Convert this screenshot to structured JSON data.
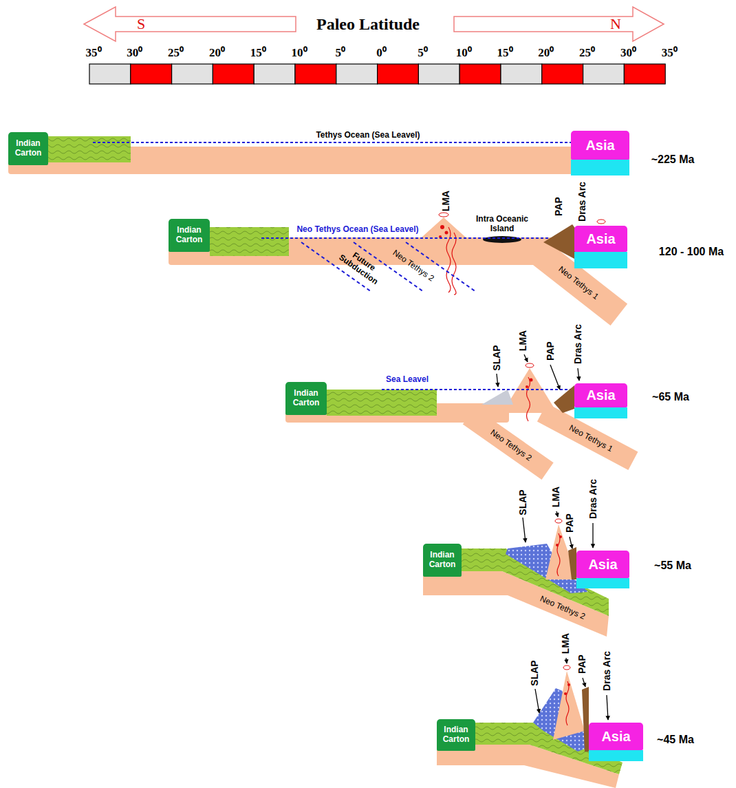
{
  "diagram": {
    "title": "Paleo Latitude",
    "nodes": [
      {
        "text": [
          "Indian Carton"
        ]
      },
      {
        "text": [
          "Asia"
        ]
      },
      {
        "text": [
          "Indian Carton"
        ]
      },
      {
        "text": [
          "Asia"
        ]
      },
      {
        "text": [
          "Indian Carton"
        ]
      },
      {
        "text": [
          "Asia"
        ]
      },
      {
        "text": [
          "Indian Carton"
        ]
      },
      {
        "text": [
          "Asia"
        ]
      },
      {
        "text": [
          "Indian Carton"
        ]
      },
      {
        "text": [
          "Asia"
        ]
      }
    ],
    "labels": [
      "S",
      "N",
      "35⁰",
      "30⁰",
      "25⁰",
      "20⁰",
      "15⁰",
      "10⁰",
      "5⁰",
      "0⁰",
      "5⁰",
      "10⁰",
      "15⁰",
      "20⁰",
      "25⁰",
      "30⁰",
      "35⁰",
      "Tethys Ocean (Sea Leavel)",
      "~225 Ma",
      "LMA",
      "Intra Oceanic Island",
      "PAP",
      "Dras Arc",
      "Neo Tethys Ocean (Sea Leavel)",
      "Neo Tethys 2",
      "Future Subduction",
      "Neo Tethys 1",
      "120 - 100 Ma",
      "SLAP",
      "LMA",
      "PAP",
      "Dras Arc",
      "Sea Leavel",
      "Neo Tethys 2",
      "Neo Tethys 1",
      "~65 Ma",
      "SLAP",
      "LMA",
      "PAP",
      "Dras Arc",
      "Neo Tethys 2",
      "~55 Ma",
      "SLAP",
      "LMA",
      "PAP",
      "Dras Arc",
      "~45 Ma"
    ]
  }
}
